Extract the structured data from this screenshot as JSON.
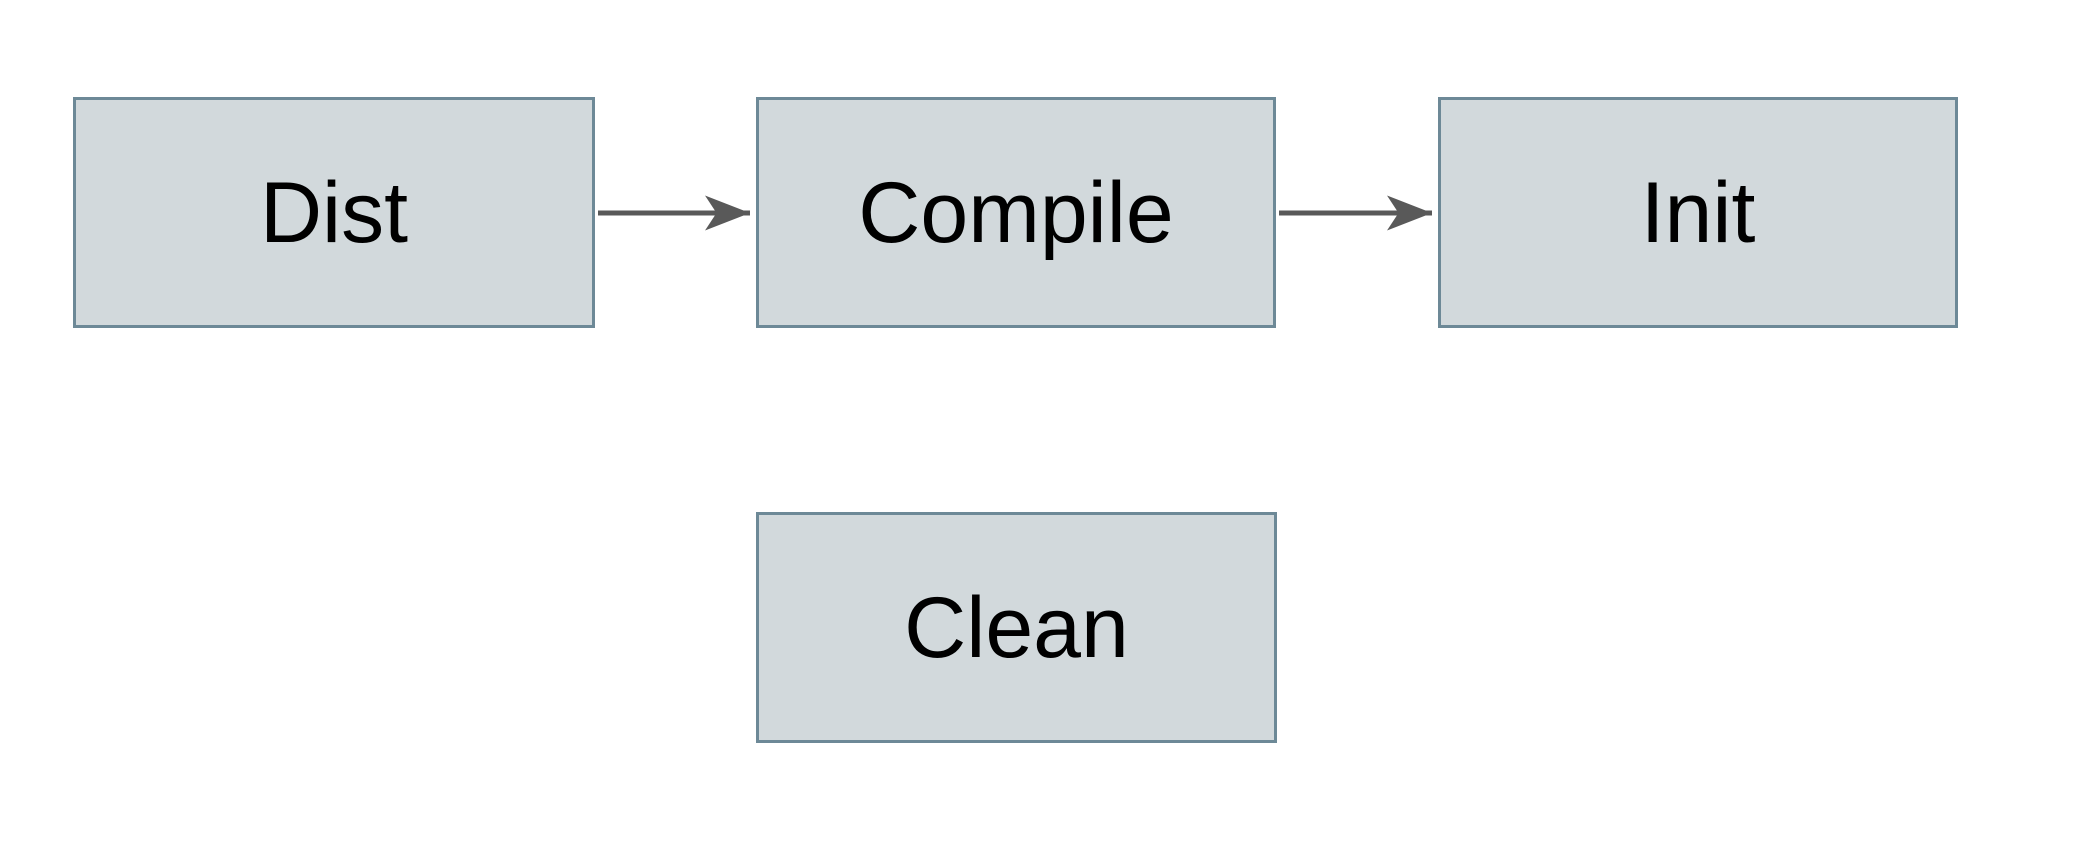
{
  "diagram": {
    "title": "build-targets-flowchart",
    "background_color": "#ffffff",
    "node_fill_color": "#d2d9dc",
    "node_border_color": "#6d8997",
    "arrow_color": "#595959",
    "text_color": "#000000",
    "nodes": [
      {
        "id": "dist",
        "label": "Dist"
      },
      {
        "id": "compile",
        "label": "Compile"
      },
      {
        "id": "init",
        "label": "Init"
      },
      {
        "id": "clean",
        "label": "Clean"
      }
    ],
    "edges": [
      {
        "from": "Dist",
        "to": "Compile",
        "direction": "right"
      },
      {
        "from": "Compile",
        "to": "Init",
        "direction": "right"
      }
    ]
  }
}
